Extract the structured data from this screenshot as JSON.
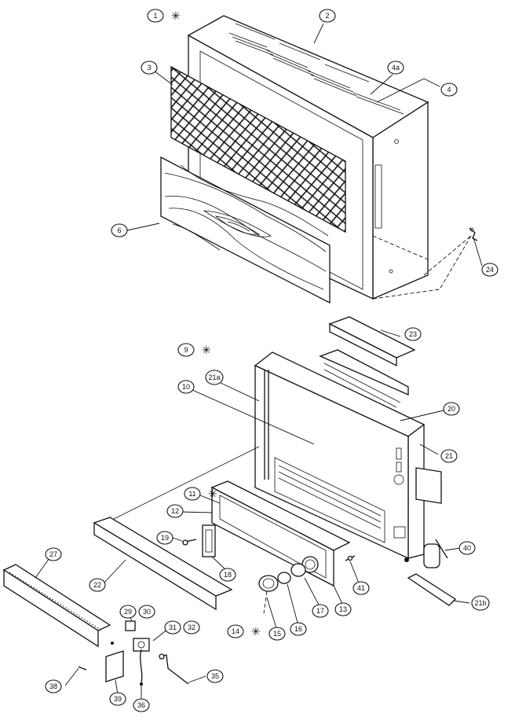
{
  "diagram": {
    "callouts": [
      {
        "id": "c1",
        "label": "1",
        "star": true
      },
      {
        "id": "c2",
        "label": "2"
      },
      {
        "id": "c3",
        "label": "3"
      },
      {
        "id": "c4a",
        "label": "4a"
      },
      {
        "id": "c4",
        "label": "4"
      },
      {
        "id": "c6",
        "label": "6"
      },
      {
        "id": "c24",
        "label": "24"
      },
      {
        "id": "c23",
        "label": "23"
      },
      {
        "id": "c9",
        "label": "9",
        "star": true
      },
      {
        "id": "c21a",
        "label": "21a"
      },
      {
        "id": "c10",
        "label": "10"
      },
      {
        "id": "c20",
        "label": "20"
      },
      {
        "id": "c21",
        "label": "21"
      },
      {
        "id": "c11",
        "label": "11",
        "star": true
      },
      {
        "id": "c12",
        "label": "12"
      },
      {
        "id": "c19",
        "label": "19"
      },
      {
        "id": "c18",
        "label": "18"
      },
      {
        "id": "c27",
        "label": "27"
      },
      {
        "id": "c22",
        "label": "22"
      },
      {
        "id": "c40",
        "label": "40"
      },
      {
        "id": "c41",
        "label": "41"
      },
      {
        "id": "c13",
        "label": "13"
      },
      {
        "id": "c17",
        "label": "17"
      },
      {
        "id": "c16",
        "label": "16"
      },
      {
        "id": "c15",
        "label": "15"
      },
      {
        "id": "c14",
        "label": "14",
        "star": true
      },
      {
        "id": "c21b",
        "label": "21b"
      },
      {
        "id": "c29",
        "label": "29"
      },
      {
        "id": "c30",
        "label": "30"
      },
      {
        "id": "c31",
        "label": "31"
      },
      {
        "id": "c32",
        "label": "32"
      },
      {
        "id": "c35",
        "label": "35"
      },
      {
        "id": "c38",
        "label": "38"
      },
      {
        "id": "c39",
        "label": "39"
      },
      {
        "id": "c36",
        "label": "36"
      }
    ],
    "star_symbol": "✳"
  }
}
